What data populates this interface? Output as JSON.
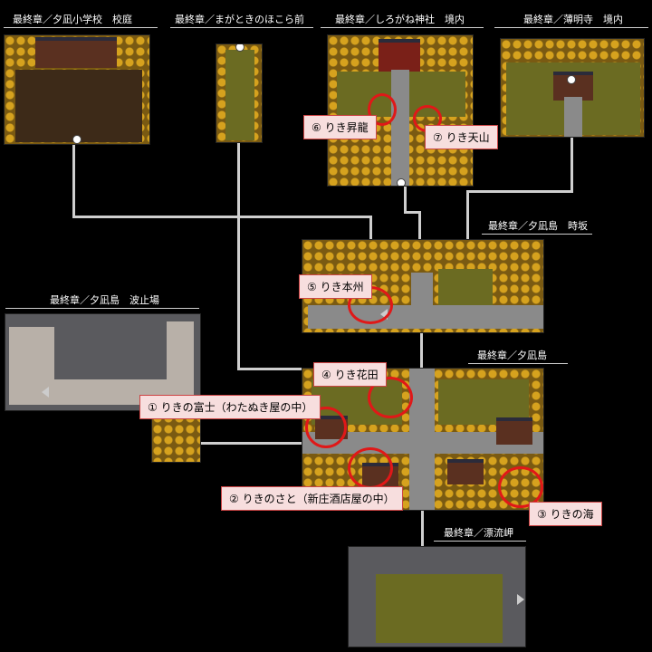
{
  "map_titles": {
    "school": "最終章／夕凪小学校　校庭",
    "shrine_front": "最終章／まがときのほこら前",
    "shirogane": "最終章／しろがね神社　境内",
    "hakumei": "最終章／薄明寺　境内",
    "tokisaka": "最終章／夕凪島　時坂",
    "pier": "最終章／夕凪島　波止場",
    "yunagi": "最終章／夕凪島",
    "hyoryu": "最終章／漂流岬"
  },
  "callouts": {
    "c1": "① りきの富士（わたぬき屋の中）",
    "c2": "② りきのさと（新庄酒店屋の中）",
    "c3": "③ りきの海",
    "c4": "④ りき花田",
    "c5": "⑤ りき本州",
    "c6": "⑥ りき昇龍",
    "c7": "⑦ りき天山"
  },
  "colors": {
    "ring": "#e01818",
    "callout_bg": "#f7dede",
    "callout_border": "#c44",
    "connector": "#cfcfcf"
  }
}
